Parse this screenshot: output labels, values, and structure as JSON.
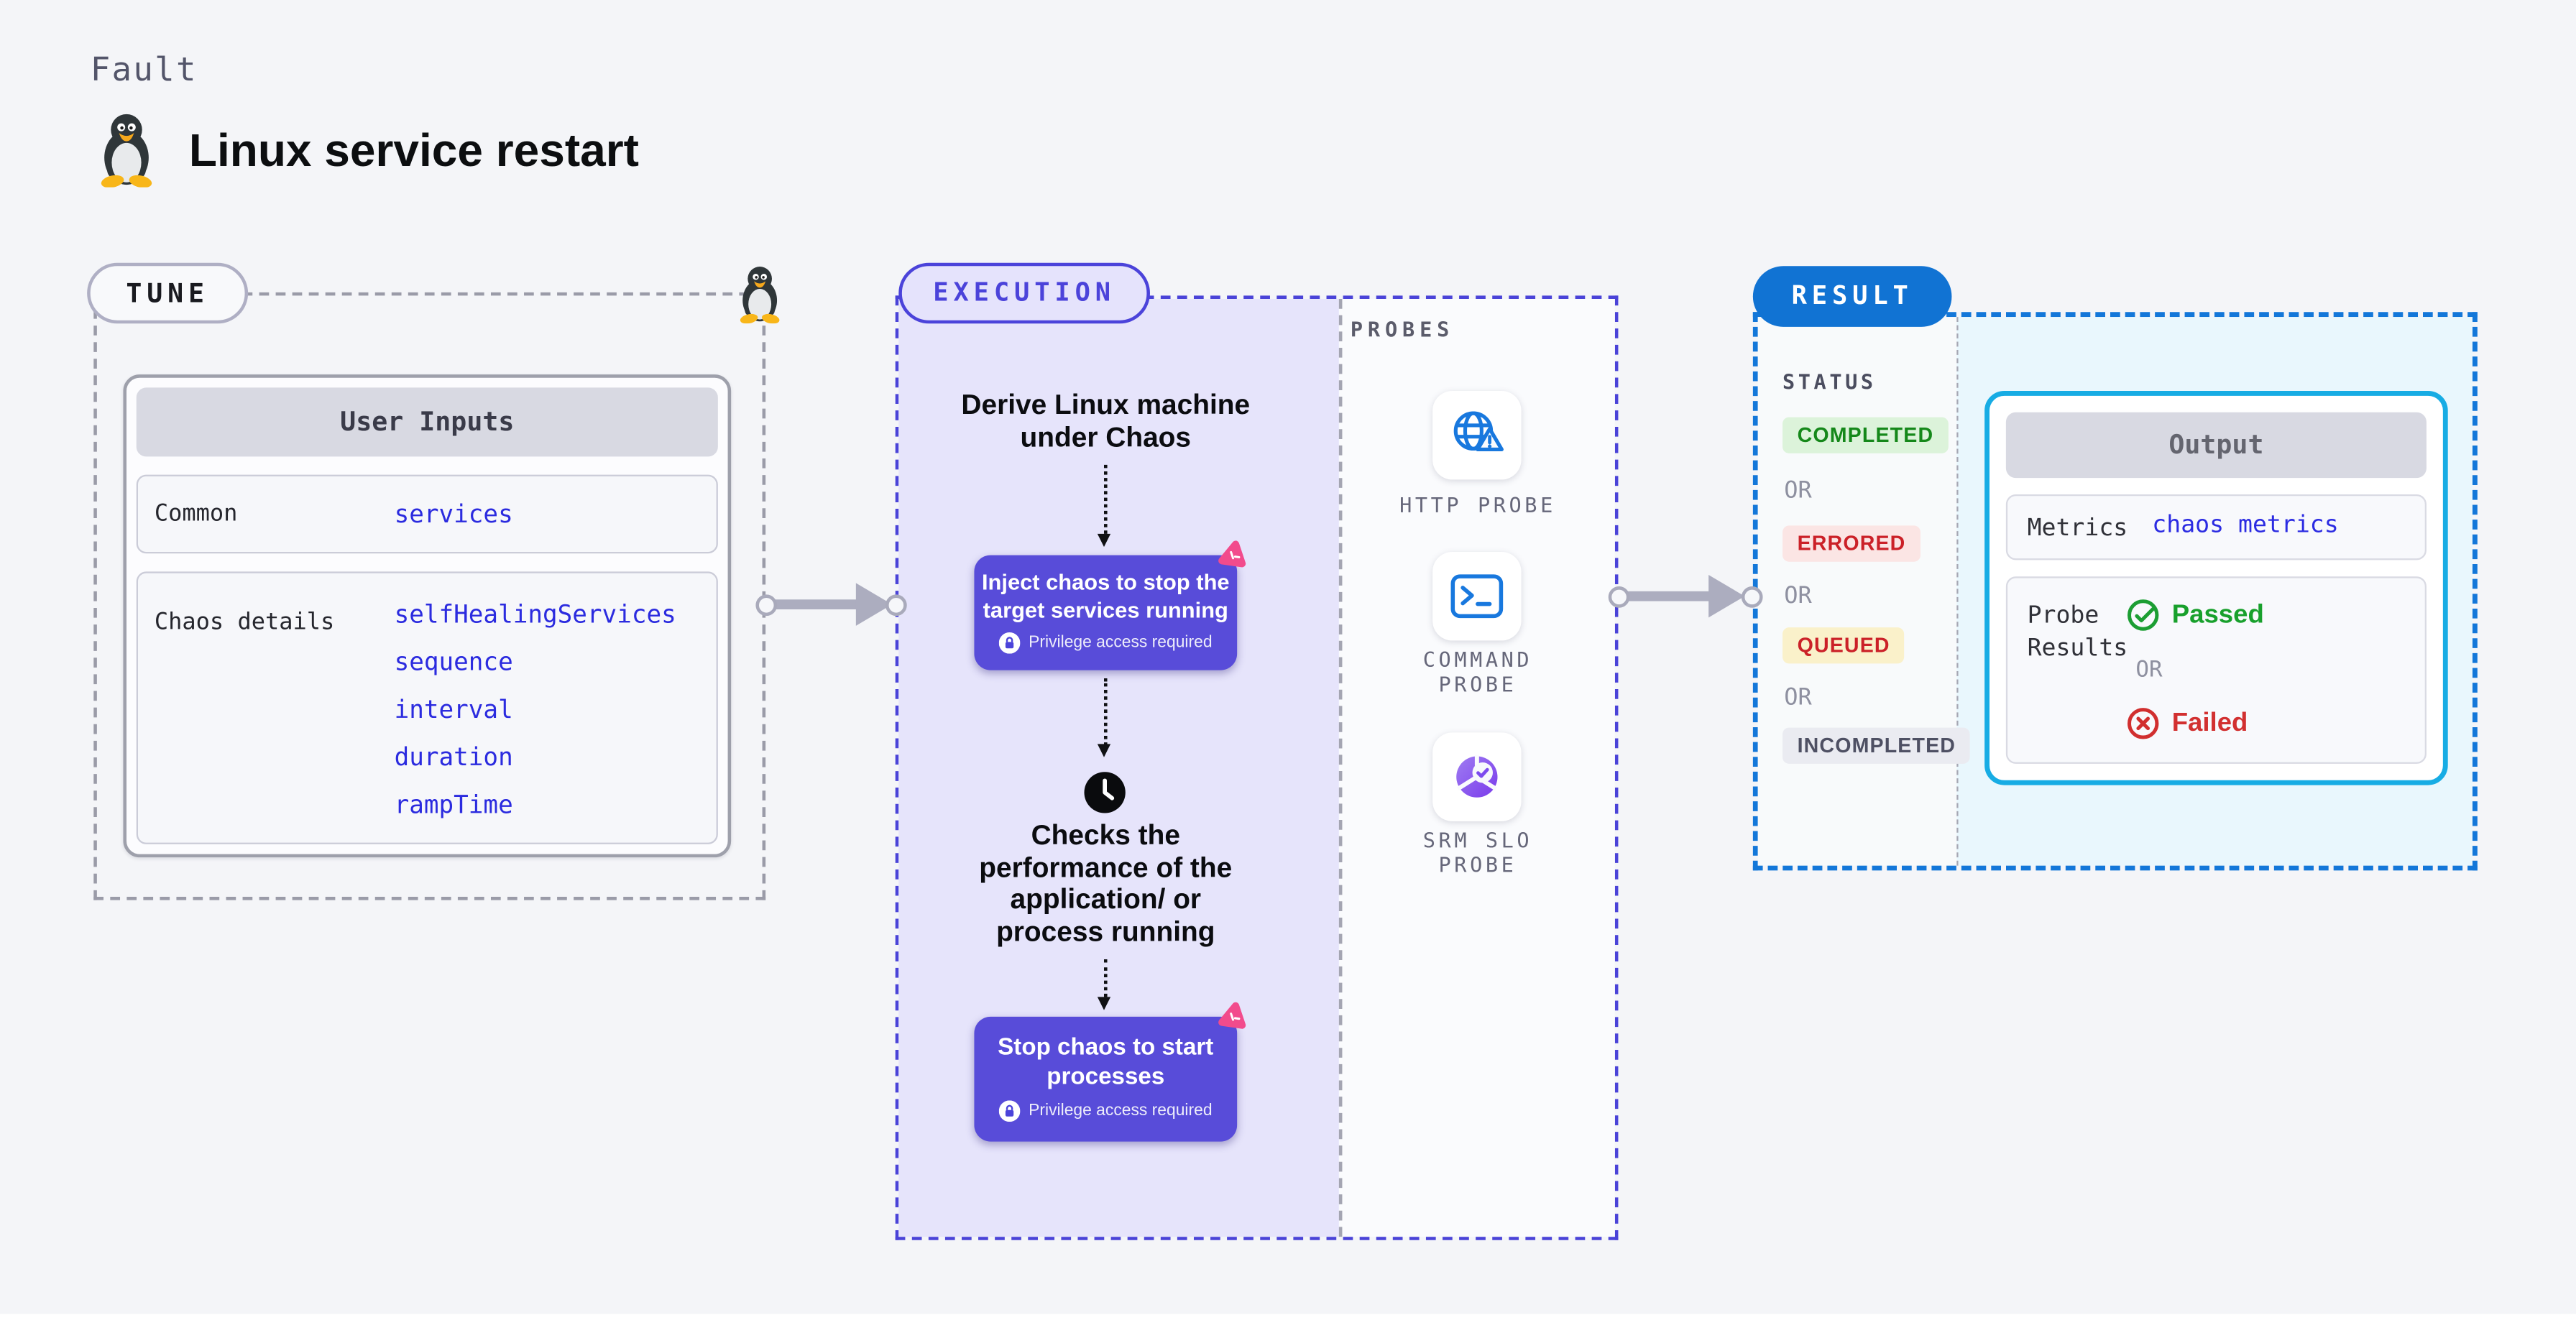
{
  "page": {
    "fault_label": "Fault",
    "title": "Linux service restart"
  },
  "tune": {
    "badge": "TUNE",
    "table": {
      "header": "User Inputs",
      "rows": [
        {
          "label": "Common",
          "values": [
            "services"
          ]
        },
        {
          "label": "Chaos details",
          "values": [
            "selfHealingServices",
            "sequence",
            "interval",
            "duration",
            "rampTime"
          ]
        }
      ]
    }
  },
  "execution": {
    "badge": "EXECUTION",
    "step1": "Derive Linux machine under Chaos",
    "inject": {
      "title": "Inject chaos to stop the target services running",
      "privilege": "Privilege access required"
    },
    "step2": "Checks the performance of the application/ or process running",
    "stop": {
      "title": "Stop chaos to start processes",
      "privilege": "Privilege access required"
    }
  },
  "probes": {
    "label": "PROBES",
    "items": [
      {
        "label": "HTTP PROBE",
        "icon": "globe-warning-icon"
      },
      {
        "label": "COMMAND PROBE",
        "icon": "terminal-icon"
      },
      {
        "label": "SRM SLO PROBE",
        "icon": "slo-donut-icon"
      }
    ]
  },
  "result": {
    "badge": "RESULT",
    "status": {
      "label": "STATUS",
      "items": [
        {
          "text": "COMPLETED"
        },
        {
          "text": "OR"
        },
        {
          "text": "ERRORED"
        },
        {
          "text": "OR"
        },
        {
          "text": "QUEUED"
        },
        {
          "text": "OR"
        },
        {
          "text": "INCOMPLETED"
        }
      ]
    },
    "output": {
      "header": "Output",
      "metrics": {
        "label": "Metrics",
        "value": "chaos metrics"
      },
      "probe": {
        "label": "Probe Results",
        "passed": "Passed",
        "or": "OR",
        "failed": "Failed"
      }
    }
  },
  "icons": {
    "penguin": "tux-icon",
    "chaos": "chaos-pink-icon",
    "lock": "lock-icon",
    "clock": "clock-icon",
    "http_probe": "globe-warning-icon",
    "command_probe": "terminal-icon",
    "srm_slo_probe": "slo-donut-icon",
    "passed": "check-circle-icon",
    "failed": "x-circle-icon"
  },
  "colors": {
    "page_bg": "#F4F5F8",
    "indigo": "#4B43DA",
    "indigo_box": "#584CD9",
    "lavender": "#E6E4FB",
    "blue_dashed": "#1377D9",
    "result_badge": "#1173D3",
    "cyan_border": "#17ACE4",
    "light_blue": "#E9F7FD",
    "value_blue": "#2B2BDF",
    "green": "#18A02C",
    "red": "#D23030",
    "pink": "#F24B8C",
    "purple": "#7A3BEB",
    "probe_icon_blue": "#1878DE"
  }
}
